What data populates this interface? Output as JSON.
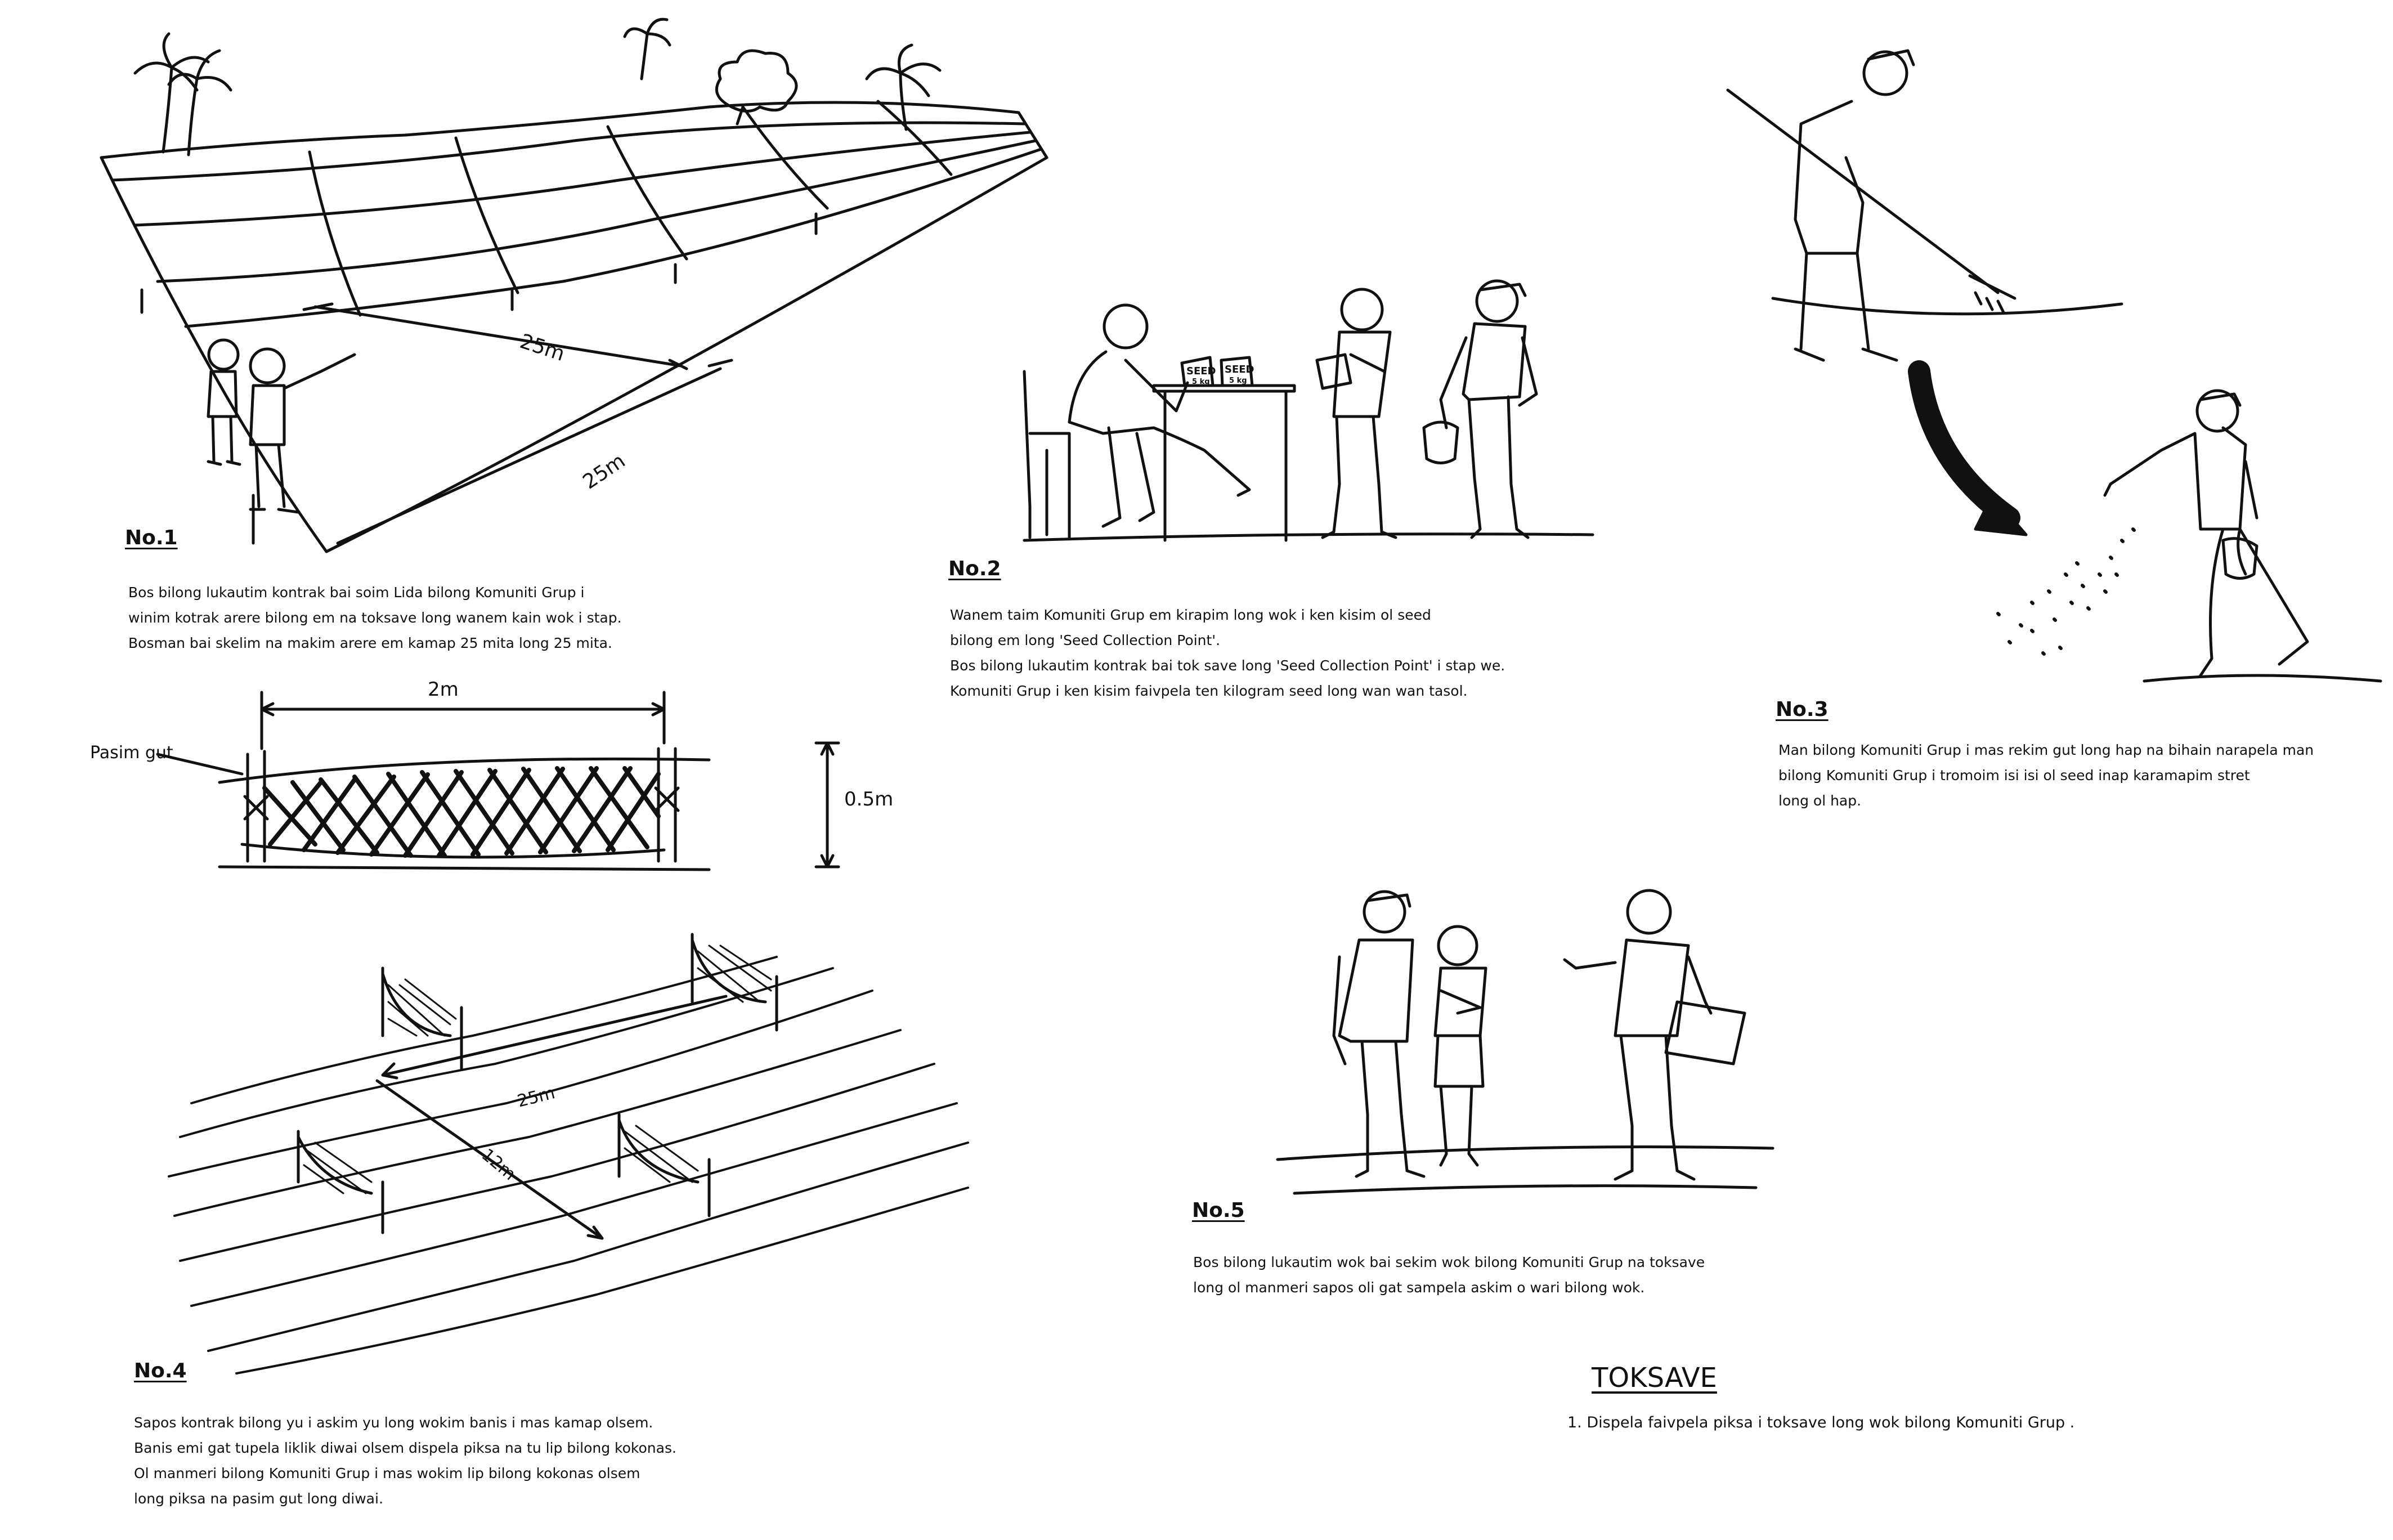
{
  "panels": {
    "no1": {
      "label": "No.1",
      "dim_a": "25m",
      "dim_b": "25m",
      "caption": [
        "Bos bilong lukautim kontrak bai soim Lida bilong Komuniti Grup i",
        "winim kotrak arere bilong em na toksave long wanem kain wok i stap.",
        "Bosman bai skelim na makim arere em kamap 25 mita long 25 mita."
      ]
    },
    "fence": {
      "width_label": "2m",
      "height_label": "0.5m",
      "post_label": "Pasim gut"
    },
    "no2": {
      "label": "No.2",
      "bag_label_1": "SEED",
      "bag_label_2": "SEED",
      "bag_weight_1": "5 kg",
      "bag_weight_2": "5 kg",
      "caption": [
        "Wanem taim Komuniti Grup em kirapim long wok i ken kisim ol seed",
        "bilong em long 'Seed Collection Point'.",
        "Bos bilong lukautim kontrak bai tok save long 'Seed Collection Point' i stap we.",
        "Komuniti Grup i ken kisim faivpela ten kilogram seed long wan wan tasol."
      ]
    },
    "no3": {
      "label": "No.3",
      "caption": [
        "Man bilong Komuniti Grup i mas rekim gut long hap na bihain narapela man",
        "bilong Komuniti Grup i tromoim isi isi ol seed inap karamapim stret",
        "long ol hap."
      ]
    },
    "no4": {
      "label": "No.4",
      "dim_long": "25m",
      "dim_short": "12m",
      "caption": [
        "Sapos kontrak bilong yu i askim yu long wokim banis i mas kamap olsem.",
        "Banis emi gat tupela liklik diwai olsem dispela piksa na tu lip bilong kokonas.",
        "Ol manmeri bilong Komuniti Grup i mas wokim lip bilong kokonas olsem",
        "long piksa na pasim gut long diwai."
      ]
    },
    "no5": {
      "label": "No.5",
      "caption": [
        "Bos bilong lukautim wok bai sekim wok bilong Komuniti Grup na toksave",
        "long ol manmeri sapos oli gat sampela askim o wari bilong wok."
      ]
    }
  },
  "toksave": {
    "title": "TOKSAVE",
    "item": "1.  Dispela faivpela piksa i toksave long wok bilong Komuniti Grup ."
  }
}
